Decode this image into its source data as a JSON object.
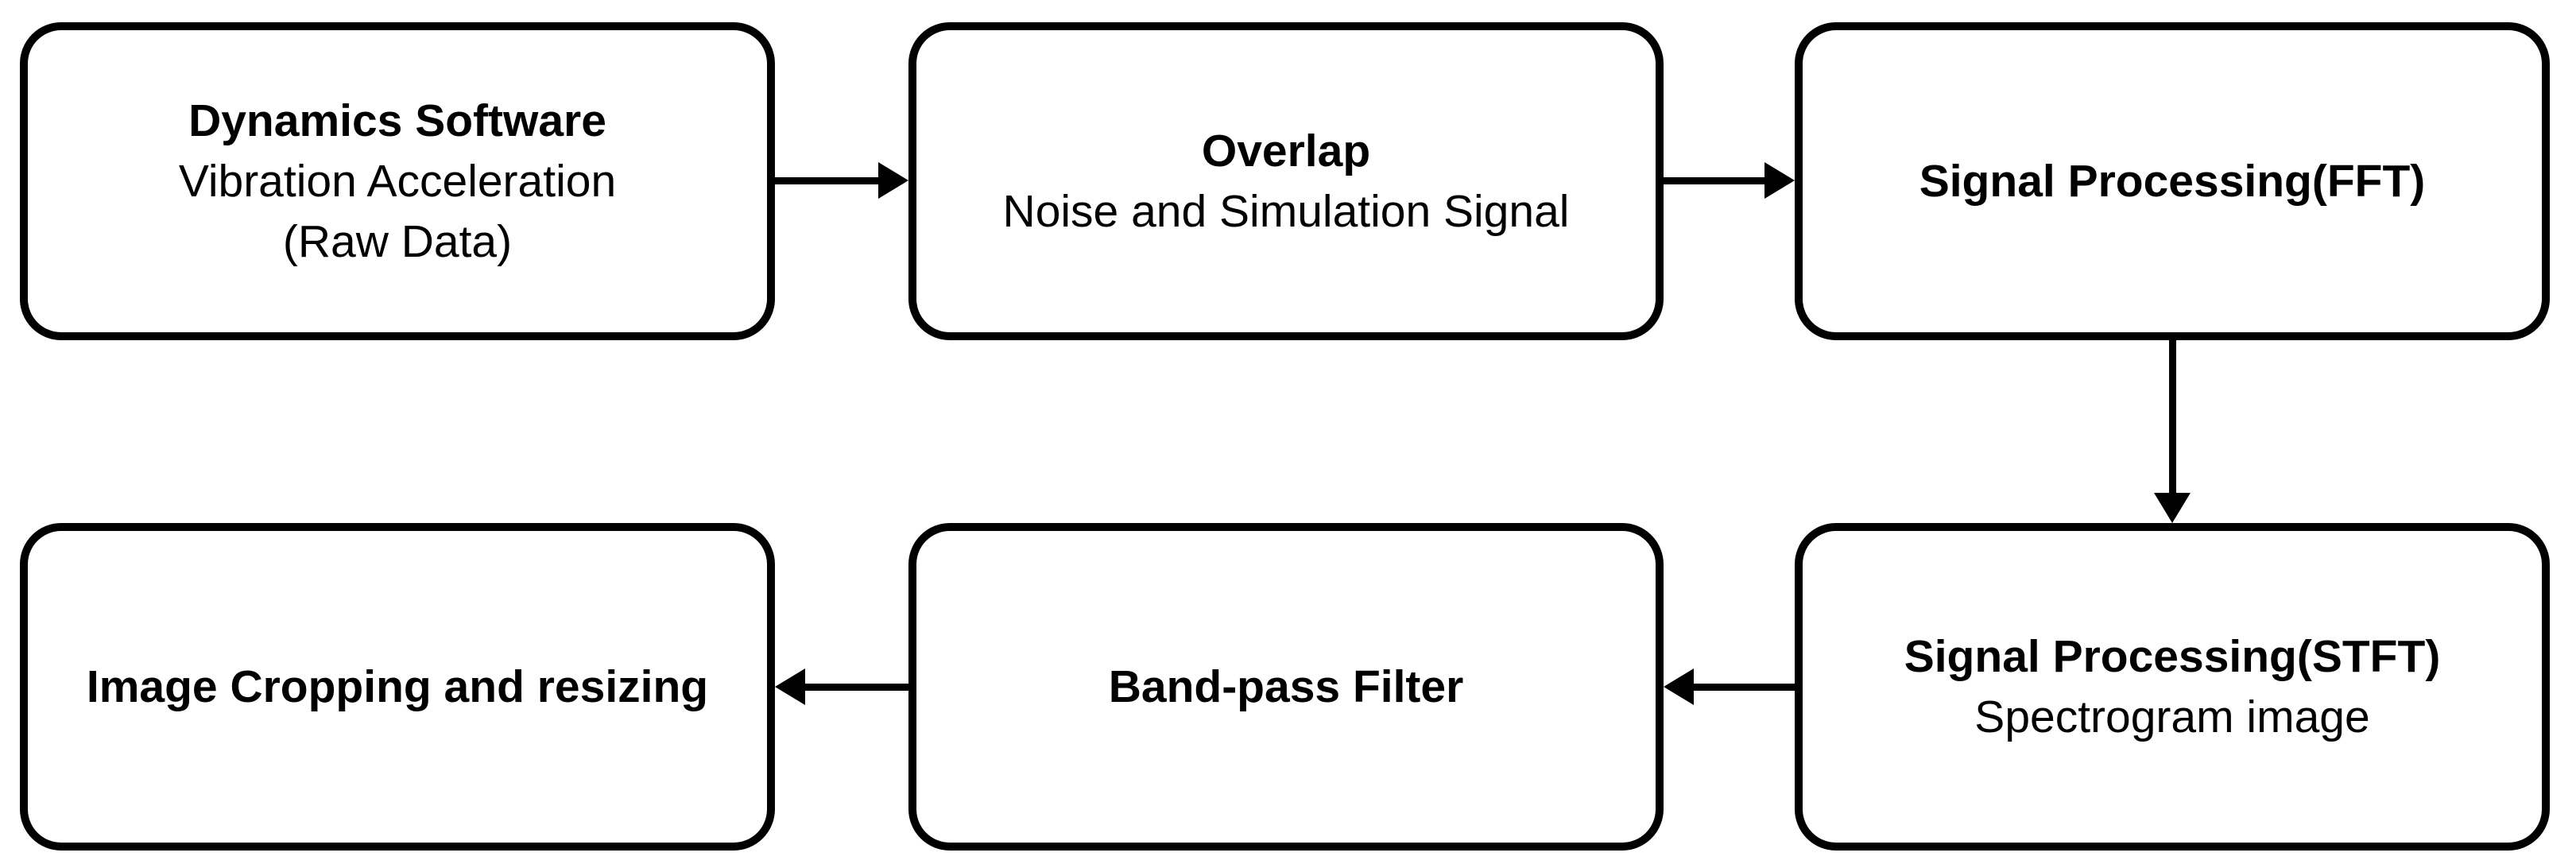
{
  "diagram": {
    "colors": {
      "background": "#ffffff",
      "stroke": "#000000",
      "text": "#000000"
    },
    "nodes": {
      "dynamics": {
        "title": "Dynamics Software",
        "line2": "Vibration Acceleration",
        "line3": "(Raw Data)"
      },
      "overlap": {
        "title": "Overlap",
        "subtitle": "Noise and Simulation Signal"
      },
      "fft": {
        "title": "Signal Processing(FFT)"
      },
      "stft": {
        "title": "Signal Processing(STFT)",
        "subtitle": "Spectrogram image"
      },
      "bandpass": {
        "title": "Band-pass Filter"
      },
      "cropping": {
        "title": "Image Cropping and resizing"
      }
    },
    "edges": [
      {
        "from": "dynamics",
        "to": "overlap",
        "direction": "right"
      },
      {
        "from": "overlap",
        "to": "fft",
        "direction": "right"
      },
      {
        "from": "fft",
        "to": "stft",
        "direction": "down"
      },
      {
        "from": "stft",
        "to": "bandpass",
        "direction": "left"
      },
      {
        "from": "bandpass",
        "to": "cropping",
        "direction": "left"
      }
    ]
  }
}
